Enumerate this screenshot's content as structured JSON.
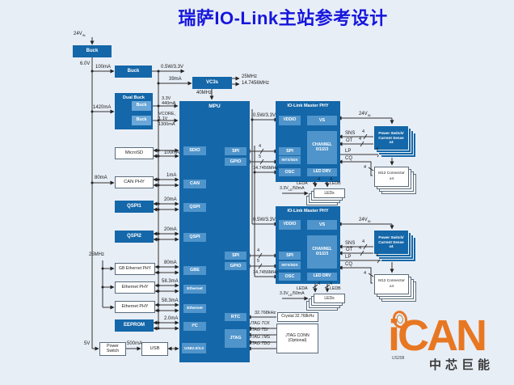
{
  "title": "瑞萨IO-Link主站参考设计",
  "colors": {
    "bg": "#e8eef6",
    "block_blue": "#1467a8",
    "block_inner_blue": "#4f94cb",
    "title_blue": "#1616dd",
    "logo_orange": "#e87722",
    "line": "#333333"
  },
  "power": {
    "v24": {
      "main": "24V",
      "sub": "IN"
    },
    "buck1": "Buck",
    "v6": "6.0V",
    "i100": "100mA",
    "buck2": "Buck",
    "v33_out": "0.5W/3.3V",
    "i39": "39mA",
    "vc3s": "VC3s",
    "clk25": "25MHz",
    "clk147": "14.7456MHz",
    "clk40": "40MHz",
    "dual_buck": "Dual Buck",
    "buck_a": "Buck",
    "buck_b": "Buck",
    "i1420": "1420mA",
    "v33": "3.3V",
    "i440": "440mA",
    "vcore": "VCORE,",
    "v11": "1.1V",
    "i1300": "1300mA"
  },
  "left": {
    "microsd": "MicroSD",
    "i100": "100mA",
    "canphy": "CAN PHY",
    "i80": "80mA",
    "i1": "1mA",
    "qspi1": "QSPI1",
    "i20a": "20mA",
    "qspi2": "QSPI2",
    "i20b": "20mA",
    "clk25": "25MHz",
    "gbeth": "GB Ethernet PHY",
    "i80g": "80mA",
    "eth1": "Ethernet PHY",
    "i583a": "58.3mA",
    "eth2": "Ethernet PHY",
    "i583b": "58.3mA",
    "eeprom": "EEPROM",
    "i2": "2.0mA",
    "v5": "5V",
    "pswitch_l1": "Power",
    "pswitch_l2": "Switch",
    "i500": "500mA",
    "usb": "USB"
  },
  "mpu": {
    "title": "MPU",
    "sdio": "SDIO",
    "can": "CAN",
    "qspi_a": "QSPI",
    "qspi_b": "QSPI",
    "gbe": "GBE",
    "eth_a": "Ethernet",
    "eth_b": "Ethernet",
    "i2c": "I²C",
    "usb": "USB2.0/3.0",
    "spi1": "SPI",
    "gpio1": "GPIO",
    "spi2": "SPI",
    "gpio2": "GPIO",
    "rtc": "RTC",
    "jtag": "JTAG"
  },
  "phy1": {
    "title": "IO-Link Master PHY",
    "vddio": "VDDIO",
    "vs": "VS",
    "ch1": "CHANNEL",
    "ch2": "0/1/2/3",
    "spi": "SPI",
    "intx": "INTX/SDX",
    "osc": "OSC",
    "leddrv": "LED DRV",
    "vin": "0.5W/3.3V",
    "clk": "14.7456MHz",
    "sns": "SNS",
    "ot": "OT",
    "lp": "LP",
    "cq": "CQ",
    "v24": {
      "main": "24V",
      "sub": "IN"
    },
    "leda": "LEDA",
    "ledb": "LEDB",
    "ledv": {
      "main": "3.3V",
      "sub": "LD",
      "rest": "/50mA"
    },
    "leds": "LEDs"
  },
  "phy2": {
    "title": "IO-Link Master PHY",
    "vddio": "VDDIO",
    "vs": "VS",
    "ch1": "CHANNEL",
    "ch2": "0/1/2/3",
    "spi": "SPI",
    "intx": "INTX/SDX",
    "osc": "OSC",
    "leddrv": "LED DRV",
    "vin": "0.5W/3.3V",
    "clk": "14.7456MHz",
    "sns": "SNS",
    "ot": "OT",
    "lp": "LP",
    "cq": "CQ",
    "v24": {
      "main": "24V",
      "sub": "IN"
    },
    "leda": "LEDA",
    "ledb": "LEDB",
    "ledv": {
      "main": "3.3V",
      "sub": "LD",
      "rest": "/50mA"
    },
    "leds": "LEDs"
  },
  "right1": {
    "ps_l1": "Power Switch/",
    "ps_l2": "Current Sense",
    "ps_l3": "x4",
    "m12_l1": "M12 Connector",
    "m12_l2": "x4"
  },
  "right2": {
    "ps_l1": "Power Switch/",
    "ps_l2": "Current Sense",
    "ps_l3": "x4",
    "m12_l1": "M12 Connector",
    "m12_l2": "x4"
  },
  "bus": {
    "spi1": "4",
    "gpio1": "5",
    "spi2": "4",
    "gpio2": "5",
    "sns1": "4",
    "ot1": "4",
    "lp1": "4",
    "cq1": "4",
    "leda1": "4",
    "ledb1": "4",
    "sns2": "4",
    "ot2": "4",
    "lp2": "4",
    "cq2": "4",
    "leda2": "4",
    "ledb2": "4"
  },
  "bottom": {
    "clk32": "32.768kHz",
    "crystal": "Crystal 32.768kHz",
    "tck": "JTAG TCK",
    "tdi": "JTAG TDI",
    "tms": "JTAG TMS",
    "tdo": "JTAG TDO",
    "jtag_conn_l1": "JTAG CONN",
    "jtag_conn_l2": "(Optional)"
  },
  "logo": {
    "name": "iCAN",
    "cn": "中芯巨能",
    "code": "US208"
  }
}
